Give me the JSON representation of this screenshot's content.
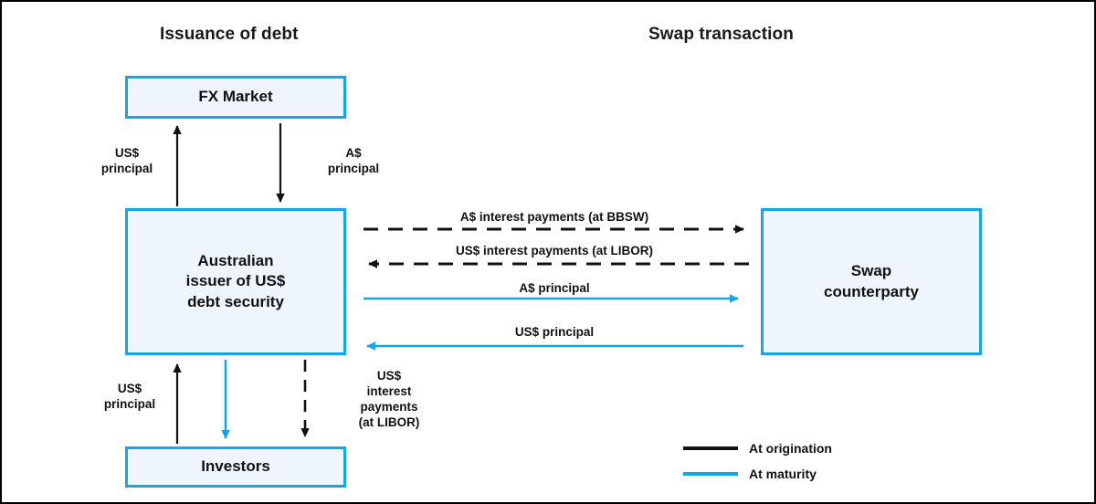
{
  "diagram": {
    "titles": {
      "issuance": "Issuance of debt",
      "swap": "Swap transaction"
    },
    "nodes": {
      "fx_market": "FX Market",
      "issuer": "Australian\nissuer of US$\ndebt security",
      "investors": "Investors",
      "counterparty": "Swap\ncounterparty"
    },
    "edges": {
      "fx_to_issuer_usd": "US$\nprincipal",
      "issuer_to_fx_aud": "A$\nprincipal",
      "issuer_to_swap_aud_interest": "A$ interest payments (at BBSW)",
      "swap_to_issuer_usd_interest": "US$ interest payments (at LIBOR)",
      "issuer_to_swap_aud_principal": "A$ principal",
      "swap_to_issuer_usd_principal": "US$ principal",
      "investors_to_issuer_usd": "US$\nprincipal",
      "issuer_to_investors_usd_interest": "US$\ninterest\npayments\n(at LIBOR)"
    },
    "legend": {
      "items": [
        {
          "label": "At origination",
          "color": "#111111",
          "style": "solid"
        },
        {
          "label": "At maturity",
          "color": "#15a5e8",
          "style": "solid"
        }
      ]
    },
    "colors": {
      "accent_blue": "#15a5e8",
      "box_fill": "#eff5fc",
      "line_black": "#111111",
      "frame": "#000000",
      "background": "#ffffff"
    }
  }
}
